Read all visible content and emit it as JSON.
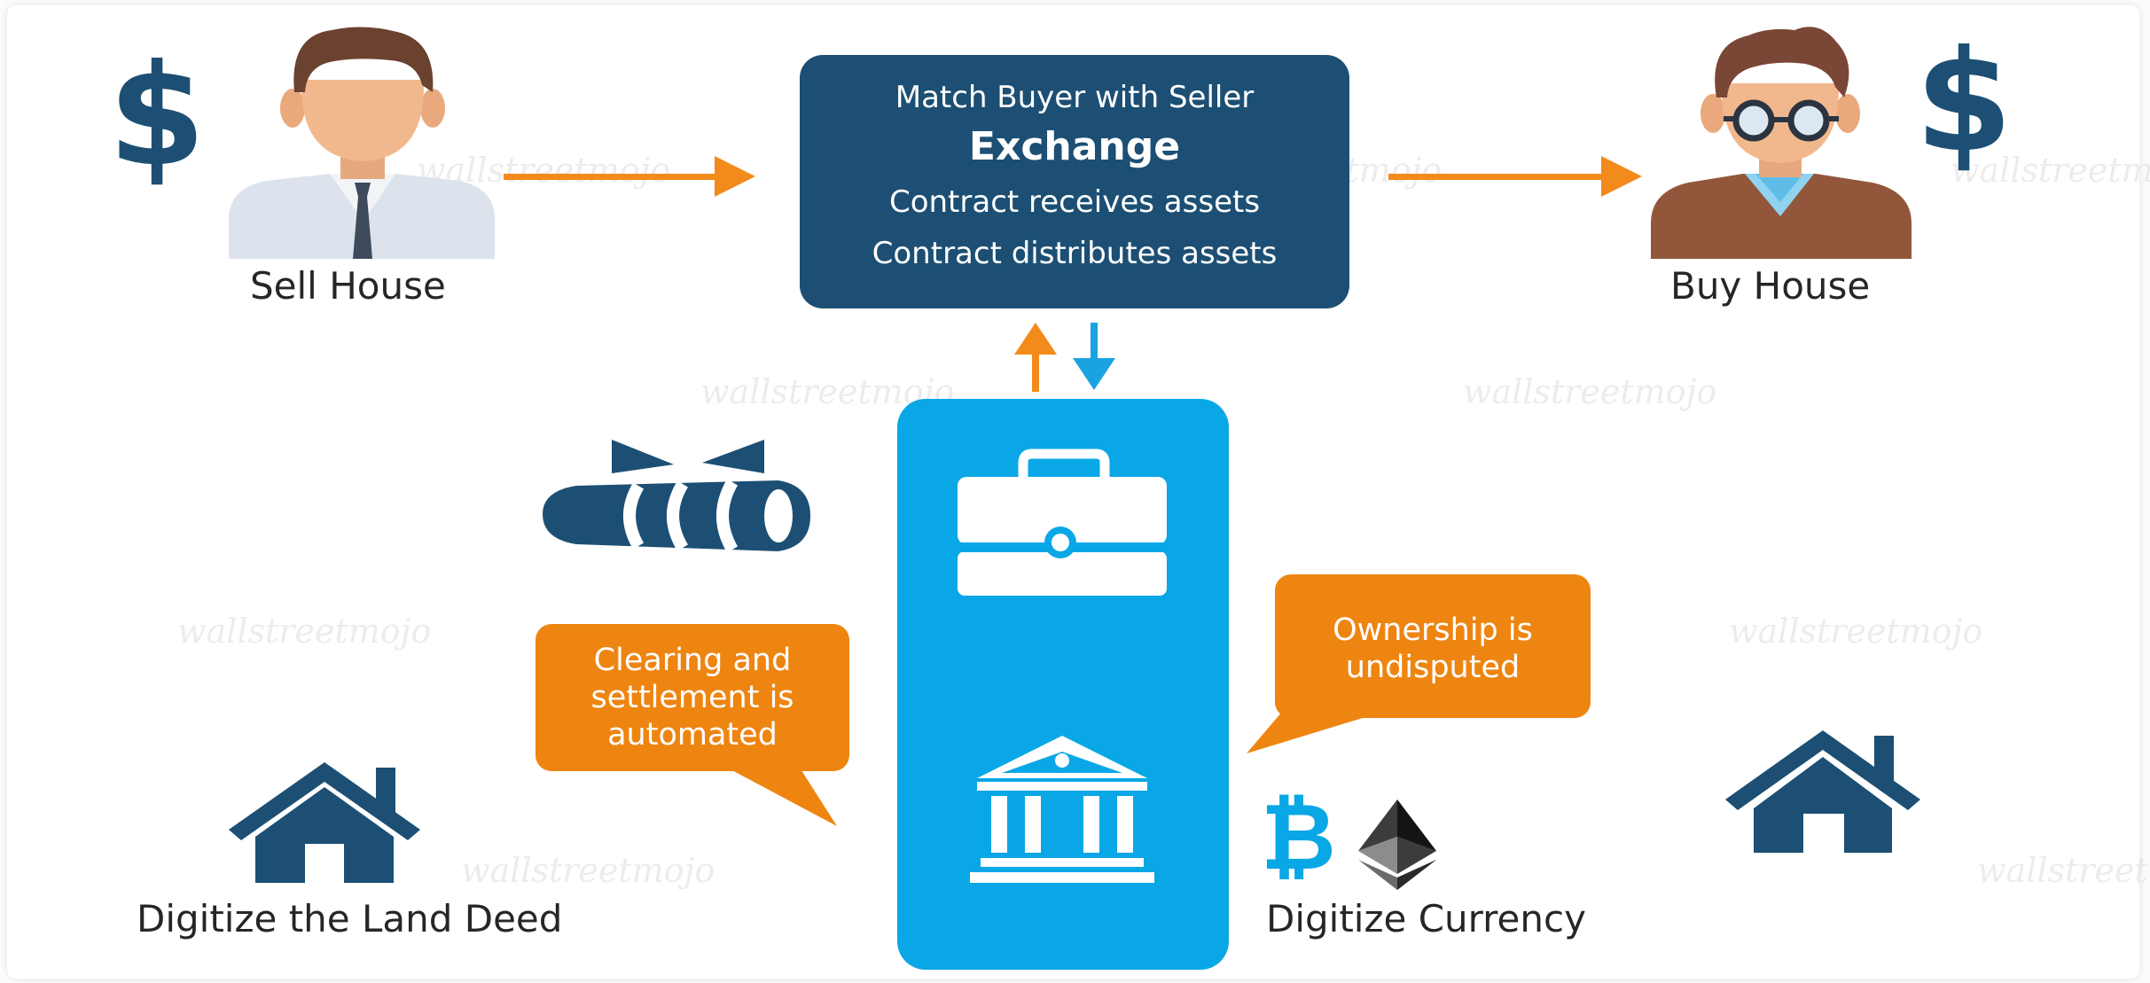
{
  "exchange": {
    "line1": "Match Buyer with Seller",
    "title": "Exchange",
    "line3": "Contract receives assets",
    "line4": "Contract distributes assets"
  },
  "seller": {
    "label": "Sell House",
    "currency_symbol": "$"
  },
  "buyer": {
    "label": "Buy House",
    "currency_symbol": "$"
  },
  "land_deed": {
    "label": "Digitize the Land Deed"
  },
  "currency": {
    "label": "Digitize Currency"
  },
  "callouts": {
    "clearing": [
      "Clearing and",
      "settlement is",
      "automated"
    ],
    "ownership": [
      "Ownership is",
      "undisputed"
    ]
  },
  "watermark": "wallstreetmojo",
  "colors": {
    "dark_blue": "#1c4f73",
    "light_blue": "#0aa7e6",
    "orange": "#ee8511",
    "arrow_orange": "#f28a1c",
    "arrow_blue": "#1aa3e0"
  },
  "icons": [
    "person-seller-icon",
    "person-buyer-icon",
    "dollar-icon",
    "briefcase-icon",
    "bank-icon",
    "scroll-icon",
    "house-icon",
    "bitcoin-icon",
    "ethereum-icon"
  ]
}
